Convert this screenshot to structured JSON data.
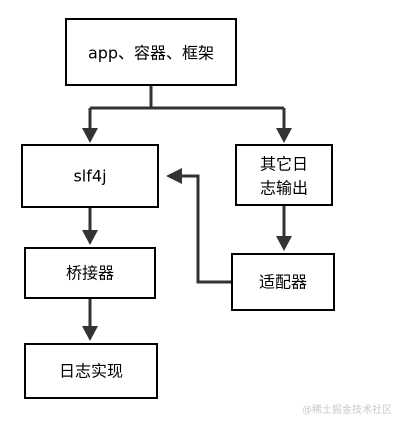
{
  "diagram": {
    "nodes": {
      "app": "app、容器、框架",
      "slf4j": "slf4j",
      "other_log": [
        "其它日",
        "志输出"
      ],
      "bridge": "桥接器",
      "adapter": "适配器",
      "log_impl": "日志实现"
    }
  },
  "watermark": "@稀土掘金技术社区"
}
